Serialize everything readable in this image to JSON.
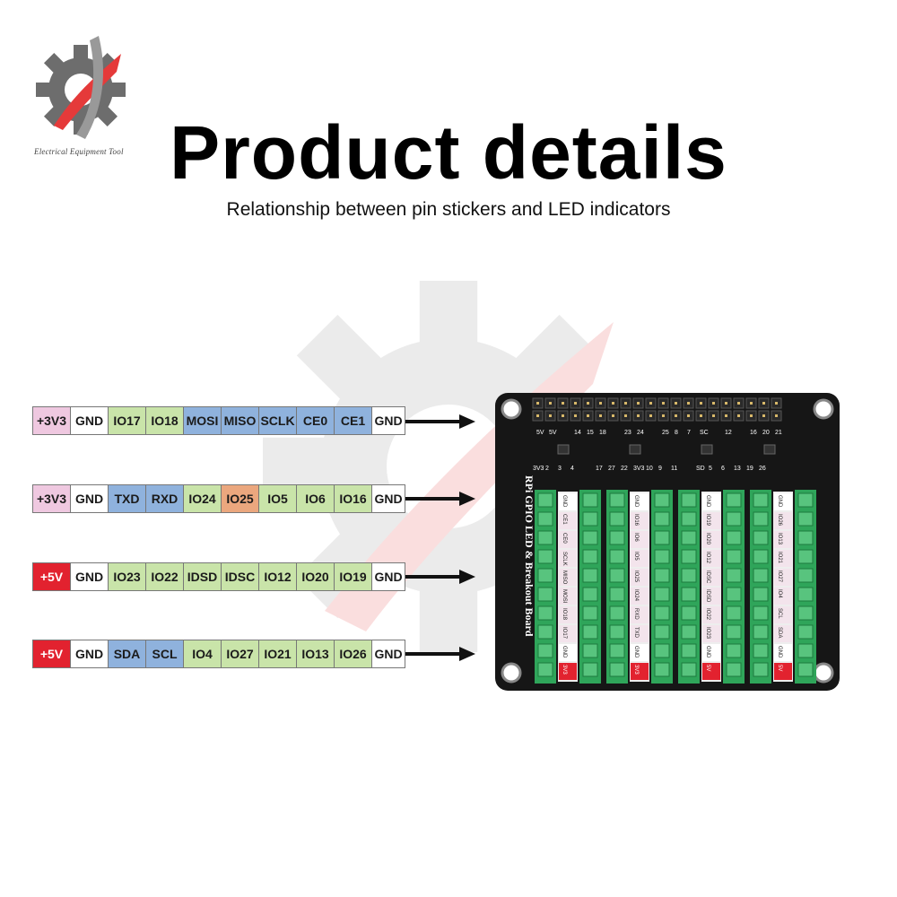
{
  "logo": {
    "text": "Electrical Equipment Tool"
  },
  "header": {
    "title": "Product details",
    "subtitle": "Relationship between pin stickers and LED indicators"
  },
  "colors": {
    "pink": "#efc8e0",
    "white": "#ffffff",
    "green": "#c9e4a9",
    "blue": "#8fb2dd",
    "red": "#e2222f",
    "orange": "#eba77e"
  },
  "strips": [
    {
      "cells": [
        {
          "label": "+3V3",
          "color": "pink"
        },
        {
          "label": "GND",
          "color": "white"
        },
        {
          "label": "IO17",
          "color": "green"
        },
        {
          "label": "IO18",
          "color": "green"
        },
        {
          "label": "MOSI",
          "color": "blue"
        },
        {
          "label": "MISO",
          "color": "blue"
        },
        {
          "label": "SCLK",
          "color": "blue"
        },
        {
          "label": "CE0",
          "color": "blue"
        },
        {
          "label": "CE1",
          "color": "blue"
        },
        {
          "label": "GND",
          "color": "white"
        }
      ]
    },
    {
      "cells": [
        {
          "label": "+3V3",
          "color": "pink"
        },
        {
          "label": "GND",
          "color": "white"
        },
        {
          "label": "TXD",
          "color": "blue"
        },
        {
          "label": "RXD",
          "color": "blue"
        },
        {
          "label": "IO24",
          "color": "green"
        },
        {
          "label": "IO25",
          "color": "orange"
        },
        {
          "label": "IO5",
          "color": "green"
        },
        {
          "label": "IO6",
          "color": "green"
        },
        {
          "label": "IO16",
          "color": "green"
        },
        {
          "label": "GND",
          "color": "white"
        }
      ]
    },
    {
      "cells": [
        {
          "label": "+5V",
          "color": "red"
        },
        {
          "label": "GND",
          "color": "white"
        },
        {
          "label": "IO23",
          "color": "green"
        },
        {
          "label": "IO22",
          "color": "green"
        },
        {
          "label": "IDSD",
          "color": "green"
        },
        {
          "label": "IDSC",
          "color": "green"
        },
        {
          "label": "IO12",
          "color": "green"
        },
        {
          "label": "IO20",
          "color": "green"
        },
        {
          "label": "IO19",
          "color": "green"
        },
        {
          "label": "GND",
          "color": "white"
        }
      ]
    },
    {
      "cells": [
        {
          "label": "+5V",
          "color": "red"
        },
        {
          "label": "GND",
          "color": "white"
        },
        {
          "label": "SDA",
          "color": "blue"
        },
        {
          "label": "SCL",
          "color": "blue"
        },
        {
          "label": "IO4",
          "color": "green"
        },
        {
          "label": "IO27",
          "color": "green"
        },
        {
          "label": "IO21",
          "color": "green"
        },
        {
          "label": "IO13",
          "color": "green"
        },
        {
          "label": "IO26",
          "color": "green"
        },
        {
          "label": "GND",
          "color": "white"
        }
      ]
    }
  ],
  "board": {
    "name": "RPi GPIO LED & Breakout Board",
    "top_row": [
      "5V",
      "5V",
      "",
      "14",
      "15",
      "18",
      "",
      "23",
      "24",
      "",
      "25",
      "8",
      "7",
      "SC",
      "",
      "12",
      "",
      "16",
      "20",
      "21"
    ],
    "bottom_row": [
      "3V3",
      "2",
      "3",
      "4",
      "",
      "17",
      "27",
      "22",
      "3V3",
      "10",
      "9",
      "11",
      "",
      "SD",
      "5",
      "6",
      "13",
      "19",
      "26",
      ""
    ],
    "sticker_labels": [
      [
        "GND",
        "CE1",
        "CE0",
        "SCLK",
        "MISO",
        "MOSI",
        "IO18",
        "IO17",
        "GND",
        "3V3"
      ],
      [
        "GND",
        "IO16",
        "IO6",
        "IO5",
        "IO25",
        "IO24",
        "RXD",
        "TXD",
        "GND",
        "3V3"
      ],
      [
        "GND",
        "IO19",
        "IO20",
        "IO12",
        "IDSC",
        "IDSD",
        "IO22",
        "IO23",
        "GND",
        "5V"
      ],
      [
        "GND",
        "IO26",
        "IO13",
        "IO21",
        "IO27",
        "IO4",
        "SCL",
        "SDA",
        "GND",
        "5V"
      ]
    ]
  }
}
